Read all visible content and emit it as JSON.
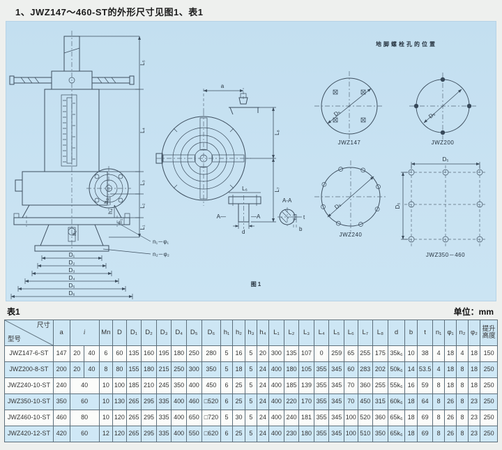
{
  "page": {
    "title": "1、JWZ147～460-ST的外形尺寸见图1、表1"
  },
  "figure": {
    "caption": "图1",
    "bolt_section_title": "地脚螺栓孔的位置",
    "labels": {
      "a": "a",
      "d": "d",
      "b": "b",
      "t": "t",
      "section": "A-A",
      "section_left": "A—",
      "section_right": "—A",
      "L1": "L₁",
      "L2": "L₂",
      "L3": "L₃",
      "L4": "L₄",
      "L5": "L₅",
      "L6": "L₆",
      "L7": "L₇",
      "L8": "L₈",
      "D1": "D₁",
      "D2": "D₂",
      "D3": "D₃",
      "D4": "D₄",
      "D5": "D₅",
      "D6": "D₆",
      "h1": "h₁",
      "h2": "h₂",
      "h3": "h₃",
      "h4": "h₄",
      "n1phi1": "n₁－φ₁",
      "n2phi2": "n₂－φ₂"
    },
    "bolt_diagrams": [
      {
        "caption": "JWZ147",
        "dim": "D₅"
      },
      {
        "caption": "JWZ200",
        "dim": "D₅"
      },
      {
        "caption": "JWZ240",
        "dim": "D₅"
      },
      {
        "caption": "JWZ350－460",
        "dim_top": "D₅",
        "dim_left": "D₅"
      }
    ]
  },
  "table": {
    "caption": "表1",
    "unit_label": "单位：mm",
    "corner": {
      "top_right": "尺寸",
      "bottom_left": "型号"
    },
    "columns": [
      "a",
      "i",
      "Mn",
      "D",
      "D₁",
      "D₂",
      "D₃",
      "D₄",
      "D₅",
      "D₆",
      "h₁",
      "h₂",
      "h₃",
      "h₄",
      "L₁",
      "L₂",
      "L₃",
      "L₄",
      "L₅",
      "L₆",
      "L₇",
      "L₈",
      "d",
      "b",
      "t",
      "n₁",
      "φ₁",
      "n₂",
      "φ₂",
      "提升高度"
    ],
    "rows": [
      {
        "model": "JWZ147-6-ST",
        "a": "147",
        "i": [
          "20",
          "40"
        ],
        "values": [
          "6",
          "60",
          "135",
          "160",
          "195",
          "180",
          "250",
          "280",
          "5",
          "16",
          "5",
          "20",
          "300",
          "135",
          "107",
          "0",
          "259",
          "65",
          "255",
          "175",
          "35k₆",
          "10",
          "38",
          "4",
          "18",
          "4",
          "18",
          "150"
        ]
      },
      {
        "model": "JWZ200-8-ST",
        "a": "200",
        "i": [
          "20",
          "40"
        ],
        "values": [
          "8",
          "80",
          "155",
          "180",
          "215",
          "250",
          "300",
          "350",
          "5",
          "18",
          "5",
          "24",
          "400",
          "180",
          "105",
          "355",
          "345",
          "60",
          "283",
          "202",
          "50k₆",
          "14",
          "53.5",
          "4",
          "18",
          "8",
          "18",
          "250"
        ]
      },
      {
        "model": "JWZ240-10-ST",
        "a": "240",
        "i": [
          "40"
        ],
        "values": [
          "10",
          "100",
          "185",
          "210",
          "245",
          "350",
          "400",
          "450",
          "6",
          "25",
          "5",
          "24",
          "400",
          "185",
          "139",
          "355",
          "345",
          "70",
          "360",
          "255",
          "55k₆",
          "16",
          "59",
          "8",
          "18",
          "8",
          "18",
          "250"
        ]
      },
      {
        "model": "JWZ350-10-ST",
        "a": "350",
        "i": [
          "60"
        ],
        "values": [
          "10",
          "130",
          "265",
          "295",
          "335",
          "400",
          "460",
          "□520",
          "6",
          "25",
          "5",
          "24",
          "400",
          "220",
          "170",
          "355",
          "345",
          "70",
          "450",
          "315",
          "60k₆",
          "18",
          "64",
          "8",
          "26",
          "8",
          "23",
          "250"
        ]
      },
      {
        "model": "JWZ460-10-ST",
        "a": "460",
        "i": [
          "80"
        ],
        "values": [
          "10",
          "120",
          "265",
          "295",
          "335",
          "400",
          "650",
          "□720",
          "5",
          "30",
          "5",
          "24",
          "400",
          "240",
          "181",
          "355",
          "345",
          "100",
          "520",
          "360",
          "65k₆",
          "18",
          "69",
          "8",
          "26",
          "8",
          "23",
          "250"
        ]
      },
      {
        "model": "JWZ420-12-ST",
        "a": "420",
        "i": [
          "60"
        ],
        "values": [
          "12",
          "120",
          "265",
          "295",
          "335",
          "400",
          "550",
          "□620",
          "6",
          "25",
          "5",
          "24",
          "400",
          "230",
          "180",
          "355",
          "345",
          "100",
          "510",
          "350",
          "65k₆",
          "18",
          "69",
          "8",
          "26",
          "8",
          "23",
          "250"
        ]
      }
    ]
  },
  "colors": {
    "panel_blue": "#c5e1f1",
    "row_blue": "#cfe8f6",
    "line": "#3d4e5e"
  }
}
